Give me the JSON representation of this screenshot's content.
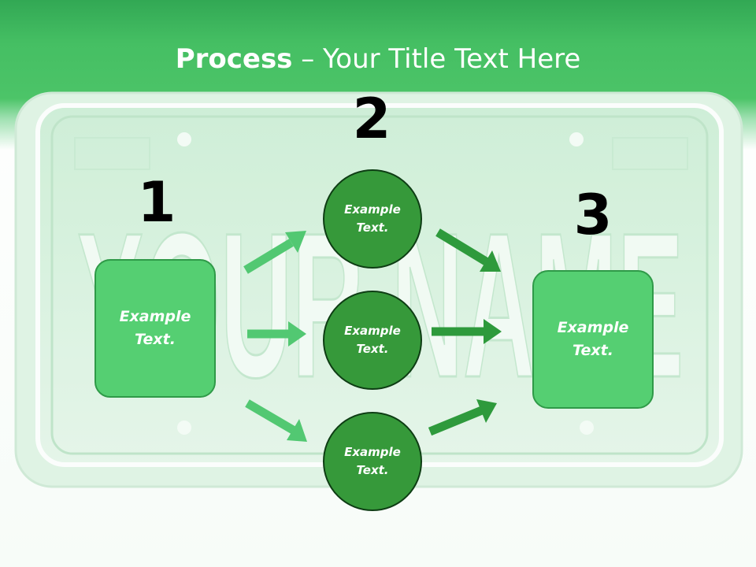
{
  "slide": {
    "title_bold": "Process",
    "title_rest": " – Your Title Text Here",
    "background_plate_text": "YOUR NAME"
  },
  "steps": [
    {
      "number": "1",
      "text": "Example Text."
    },
    {
      "number": "2",
      "items": [
        {
          "text": "Example Text."
        },
        {
          "text": "Example Text."
        },
        {
          "text": "Example Text."
        }
      ]
    },
    {
      "number": "3",
      "text": "Example Text."
    }
  ],
  "colors": {
    "header_green": "#45bf63",
    "box_green": "#55cf72",
    "circle_green": "#36993a",
    "arrow_light": "#52c872",
    "arrow_dark": "#2e9a3c"
  }
}
